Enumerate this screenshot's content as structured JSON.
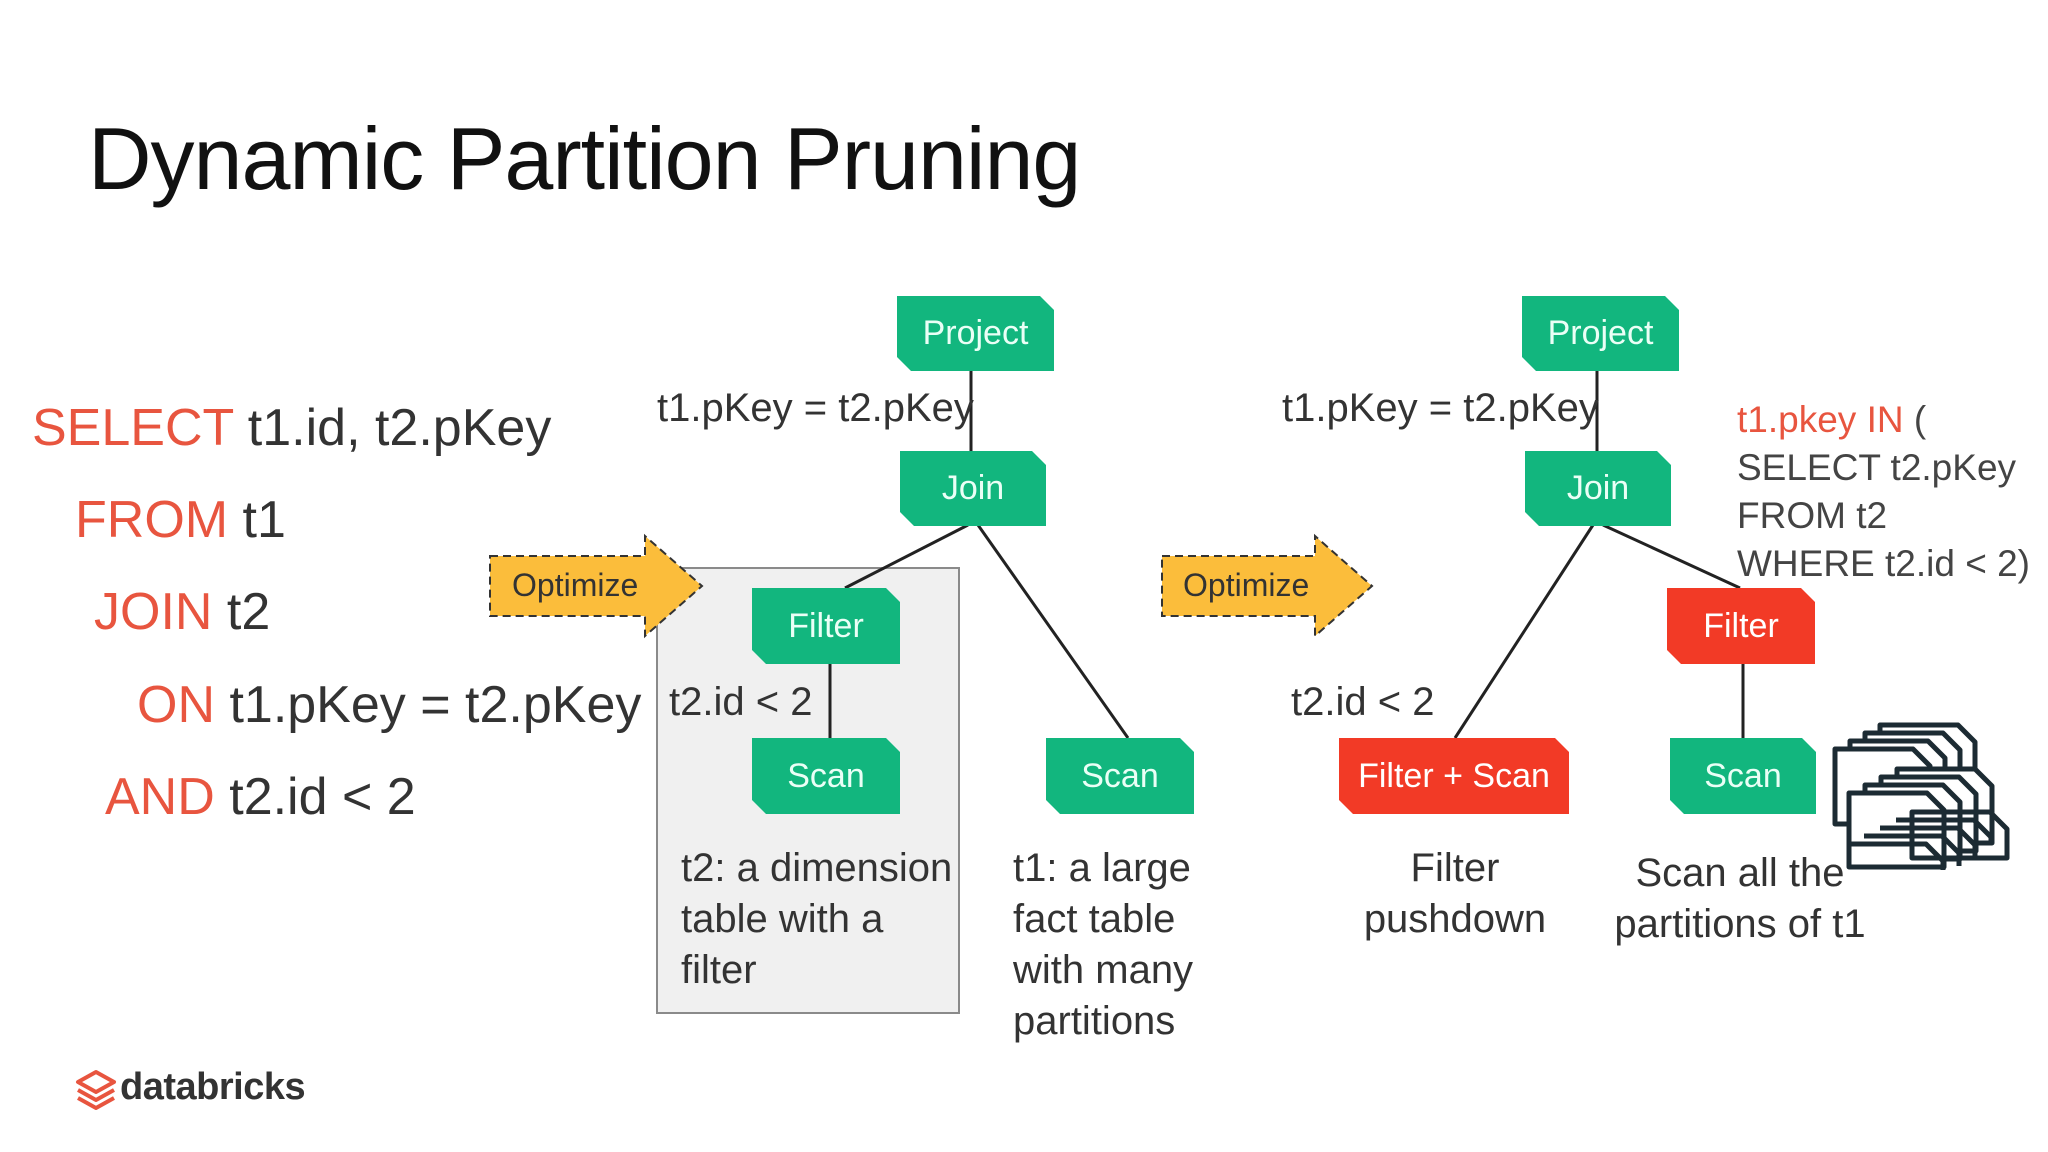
{
  "slide": {
    "title": "Dynamic Partition Pruning"
  },
  "sql": {
    "lines": [
      {
        "kw": "SELECT",
        "rest": " t1.id, t2.pKey"
      },
      {
        "kw": "FROM",
        "rest": " t1"
      },
      {
        "kw": "JOIN",
        "rest": " t2"
      },
      {
        "kw": "ON",
        "rest": " t1.pKey = t2.pKey"
      },
      {
        "kw": "AND",
        "rest": " t2.id < 2"
      }
    ]
  },
  "arrows": {
    "optimize_left": "Optimize",
    "optimize_right": "Optimize"
  },
  "plan_before": {
    "project": "Project",
    "join": "Join",
    "join_cond": "t1.pKey = t2.pKey",
    "filter": "Filter",
    "filter_cond": "t2.id < 2",
    "scan_t2": "Scan",
    "scan_t1": "Scan",
    "caption_t2": "t2: a dimension table with a filter",
    "caption_t1": "t1: a large fact table with many partitions"
  },
  "plan_after": {
    "project": "Project",
    "join": "Join",
    "join_cond": "t1.pKey = t2.pKey",
    "filter_scan": "Filter + Scan",
    "filter_cond": "t2.id < 2",
    "filter": "Filter",
    "scan": "Scan",
    "caption_pushdown": "Filter pushdown",
    "caption_scan_all": "Scan all the partitions of t1",
    "subquery_kw": "t1.pkey IN",
    "subquery_paren": " (",
    "subquery_line2": "SELECT t2.pKey",
    "subquery_line3": "FROM t2",
    "subquery_line4": " WHERE t2.id < 2)"
  },
  "brand": {
    "name": "databricks"
  },
  "colors": {
    "accent_red": "#e8553f",
    "node_green": "#12b67e",
    "node_red": "#f23a26",
    "arrow_fill": "#fbbd3b"
  }
}
